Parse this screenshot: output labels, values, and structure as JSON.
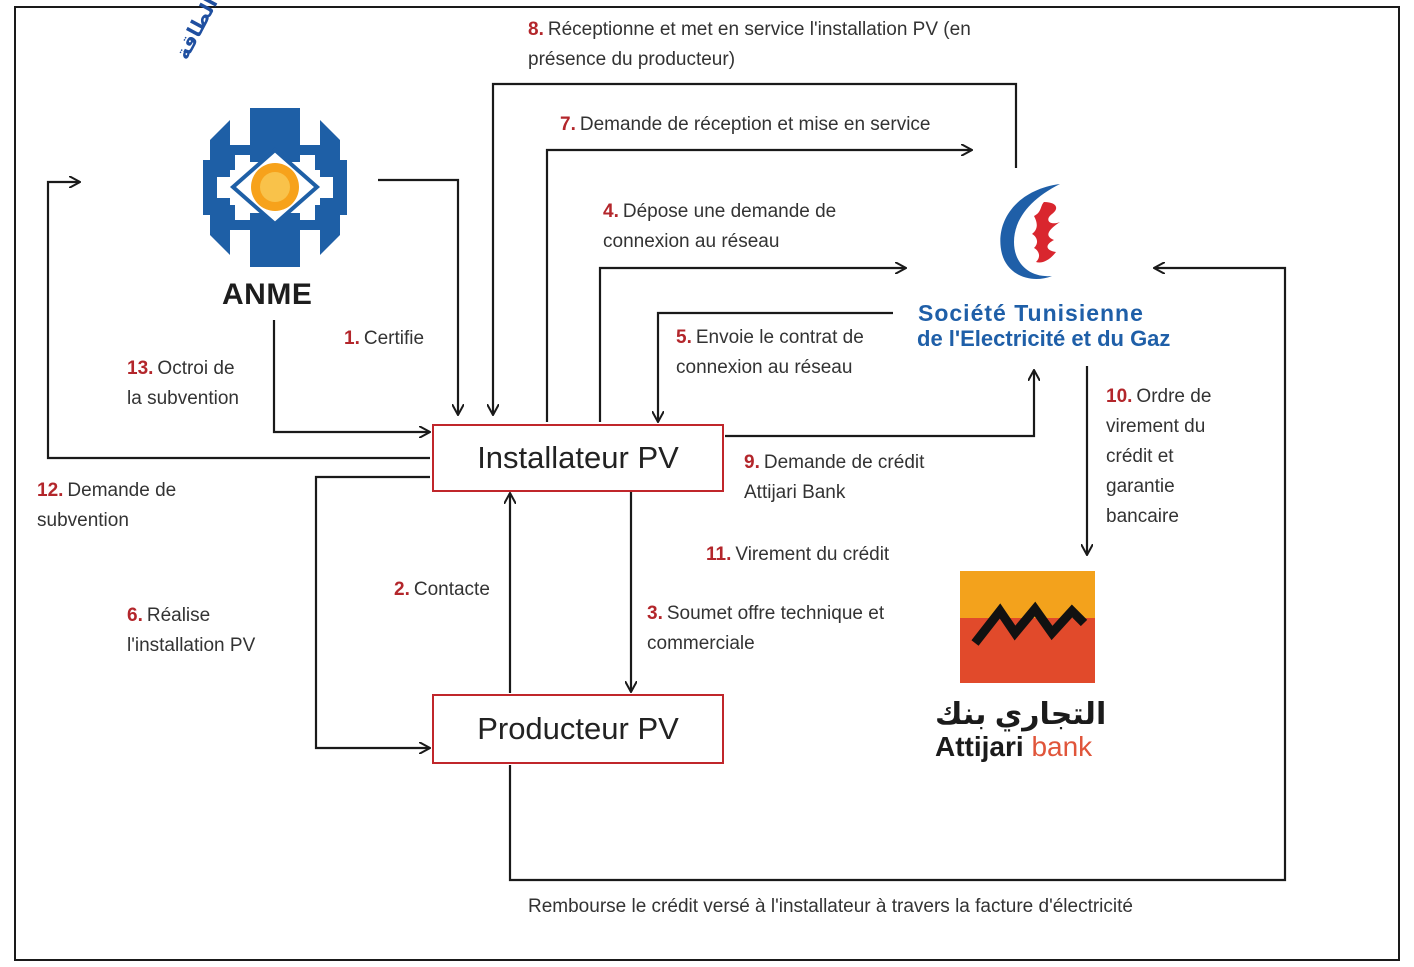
{
  "boxes": {
    "installateur": "Installateur PV",
    "producteur": "Producteur PV"
  },
  "logos": {
    "anme": {
      "name": "ANME",
      "arabic": "الوكالة الوطنية للتحكم في الطاقة",
      "colors": [
        "#1e5fa6",
        "#f7a21b"
      ]
    },
    "steg": {
      "line1": "Société Tunisienne",
      "line2": "de l'Electricité et du Gaz",
      "colors": [
        "#1f5fa8",
        "#d9262e"
      ]
    },
    "attijari": {
      "arabic": "التجاري بنك",
      "name": "Attijari",
      "bank": "bank",
      "colors": [
        "#f3a21c",
        "#e14a2b",
        "#1b1b1b"
      ]
    }
  },
  "steps": [
    {
      "num": "1.",
      "text": "Certifie"
    },
    {
      "num": "2.",
      "text": "Contacte"
    },
    {
      "num": "3.",
      "text": "Soumet offre technique et",
      "text2": "commerciale"
    },
    {
      "num": "4.",
      "text": "Dépose une demande de",
      "text2": "connexion au réseau"
    },
    {
      "num": "5.",
      "text": "Envoie le contrat de",
      "text2": "connexion au réseau"
    },
    {
      "num": "6.",
      "text": "Réalise",
      "text2": "l'installation PV"
    },
    {
      "num": "7.",
      "text": "Demande de réception et mise en service"
    },
    {
      "num": "8.",
      "text": "Réceptionne et met en service l'installation PV (en",
      "text2": "présence du producteur)"
    },
    {
      "num": "9.",
      "text": "Demande de crédit",
      "text2": "Attijari Bank"
    },
    {
      "num": "10.",
      "text": "Ordre de",
      "text2": "virement du",
      "text3": "crédit et",
      "text4": "garantie",
      "text5": "bancaire"
    },
    {
      "num": "11.",
      "text": "Virement du crédit"
    },
    {
      "num": "12.",
      "text": "Demande de",
      "text2": "subvention"
    },
    {
      "num": "13.",
      "text": "Octroi de",
      "text2": "la subvention"
    }
  ],
  "bottom_label": "Rembourse le crédit versé à l'installateur à travers la facture d'électricité"
}
